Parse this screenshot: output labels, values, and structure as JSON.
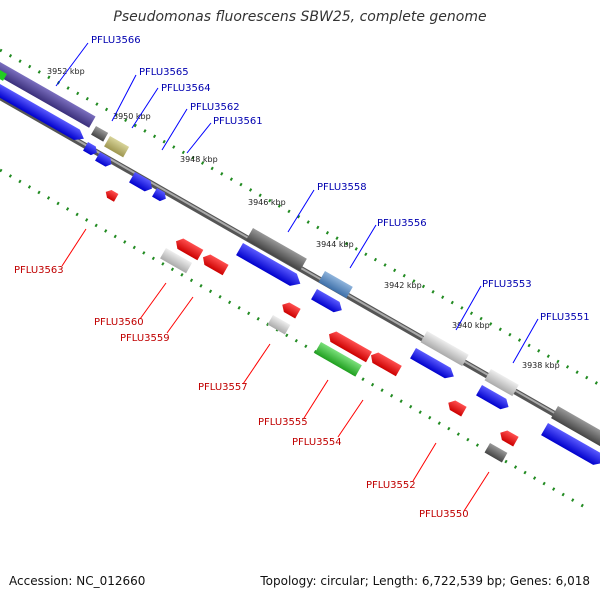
{
  "title": "Pseudomonas fluorescens SBW25, complete genome",
  "footer": {
    "accession": "Accession: NC_012660",
    "summary": "Topology: circular; Length: 6,722,539 bp; Genes: 6,018"
  },
  "scale_labels": [
    "3952 kbp",
    "3950 kbp",
    "3948 kbp",
    "3946 kbp",
    "3944 kbp",
    "3942 kbp",
    "3940 kbp",
    "3938 kbp"
  ],
  "genes_plus": [
    "PFLU3566",
    "PFLU3565",
    "PFLU3564",
    "PFLU3562",
    "PFLU3561",
    "PFLU3558",
    "PFLU3556",
    "PFLU3553",
    "PFLU3551"
  ],
  "genes_minus": [
    "PFLU3563",
    "PFLU3560",
    "PFLU3559",
    "PFLU3557",
    "PFLU3555",
    "PFLU3554",
    "PFLU3552",
    "PFLU3550"
  ],
  "colors": {
    "plus_strand": "#0000ee",
    "minus_strand": "#ee0000",
    "label_plus": "#0000b0",
    "label_minus": "#c00000",
    "gc_skew": "#228b22"
  }
}
